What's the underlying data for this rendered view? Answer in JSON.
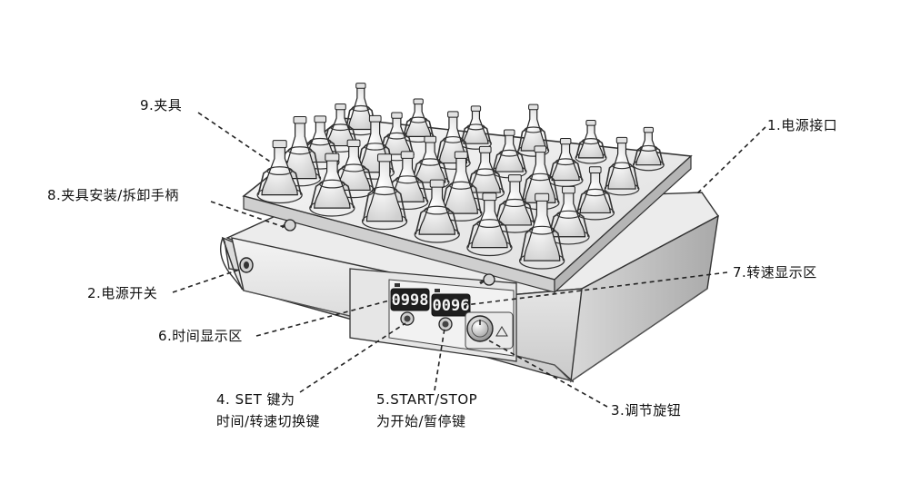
{
  "labels": {
    "clamp": "9.夹具",
    "clamp_handle": "8.夹具安装/拆卸手柄",
    "power_switch": "2.电源开关",
    "time_display": "6.时间显示区",
    "set_key_line1": "4.  SET 键为",
    "set_key_line2": "时间/转速切换键",
    "start_stop_line1": "5.START/STOP",
    "start_stop_line2": "为开始/暂停键",
    "knob": "3.调节旋钮",
    "speed_display": "7.转速显示区",
    "power_socket": "1.电源接口"
  },
  "displays": {
    "time_value": "0998",
    "speed_value": "0096"
  }
}
